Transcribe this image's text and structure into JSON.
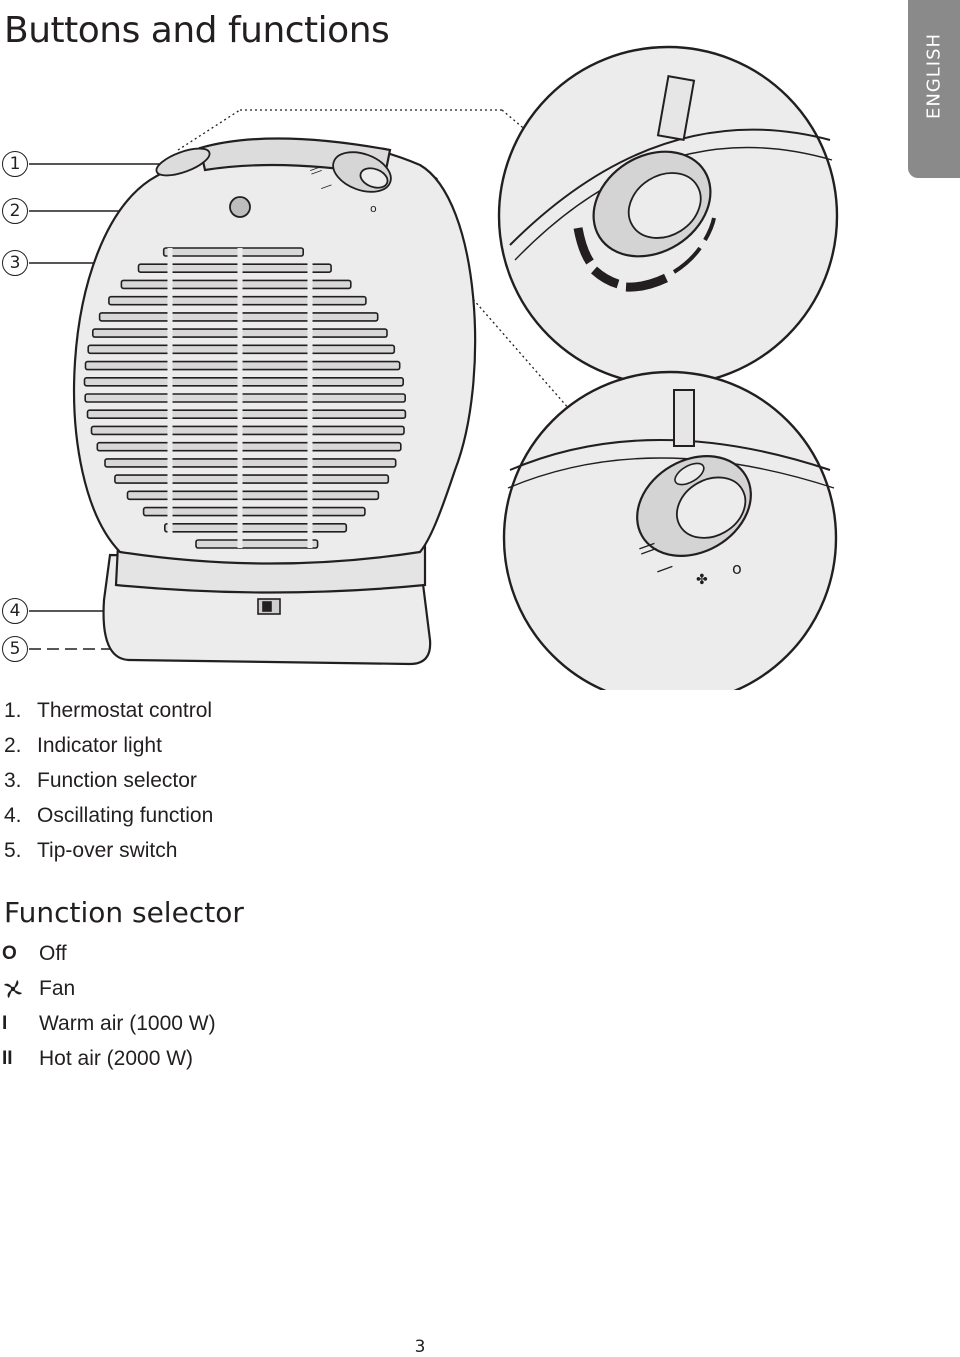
{
  "page": {
    "title": "Buttons and functions",
    "language_tab": "ENGLISH",
    "page_number": "3"
  },
  "callouts": [
    "1",
    "2",
    "3",
    "4",
    "5"
  ],
  "parts": [
    {
      "num": "1.",
      "label": "Thermostat control"
    },
    {
      "num": "2.",
      "label": "Indicator light"
    },
    {
      "num": "3.",
      "label": "Function selector"
    },
    {
      "num": "4.",
      "label": "Oscillating function"
    },
    {
      "num": "5.",
      "label": "Tip-over switch"
    }
  ],
  "function_selector": {
    "title": "Function selector",
    "modes": [
      {
        "symbol": "O",
        "label": "Off"
      },
      {
        "symbol": "fan-icon",
        "label": "Fan"
      },
      {
        "symbol": "I",
        "label": "Warm air (1000 W)"
      },
      {
        "symbol": "II",
        "label": "Hot air (2000 W)"
      }
    ]
  },
  "dial_markings": {
    "off": "o",
    "low": "/",
    "high": "//"
  },
  "colors": {
    "ink": "#231f20",
    "body_fill": "#ececec",
    "tab": "#8a8a8a"
  }
}
